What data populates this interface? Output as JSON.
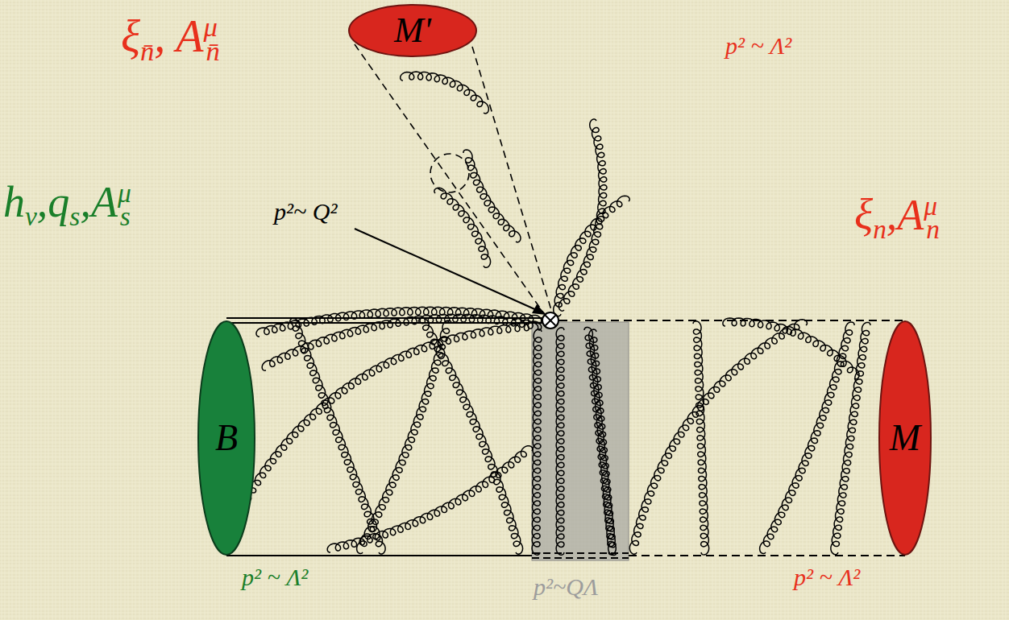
{
  "diagram": {
    "nodes": [
      {
        "text": [
          "M'"
        ]
      },
      {
        "text": [
          "B"
        ]
      },
      {
        "text": [
          "M"
        ]
      }
    ],
    "edges": [
      {
        "from": 1,
        "to": 2,
        "arrow": "none"
      },
      {
        "from": 1,
        "to": 2,
        "arrow": "none"
      }
    ],
    "labels": [
      "ξn̄, Aμn̄",
      "p² ~ Λ²",
      "hv,qs,Aμs",
      "p²~ Q²",
      "ξn,Aμn",
      "p² ~ Λ²",
      "p²~QΛ",
      "p² ~ Λ²"
    ]
  }
}
